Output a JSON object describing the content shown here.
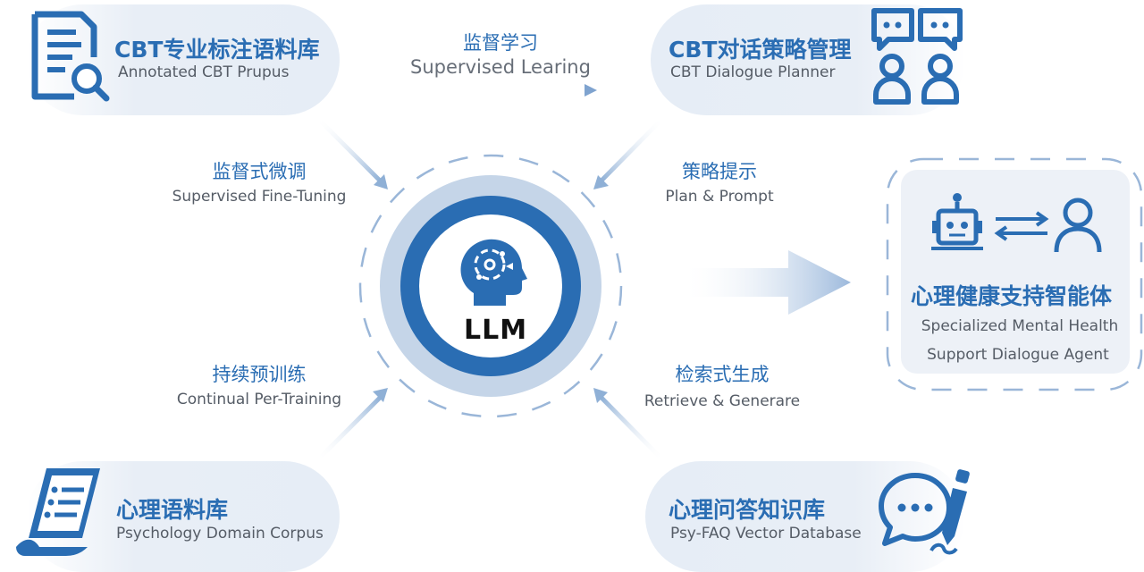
{
  "corpus_cbt": {
    "zh": "CBT专业标注语料库",
    "en": "Annotated CBT Prupus"
  },
  "planner": {
    "zh": "CBT对话策略管理",
    "en": "CBT Dialogue Planner"
  },
  "corpus_psych": {
    "zh": "心理语料库",
    "en": "Psychology Domain Corpus"
  },
  "faq_db": {
    "zh": "心理问答知识库",
    "en": "Psy-FAQ Vector Database"
  },
  "top_edge": {
    "zh": "监督学习",
    "en": "Supervised Learing"
  },
  "sft_edge": {
    "zh": "监督式微调",
    "en": "Supervised Fine-Tuning"
  },
  "plan_edge": {
    "zh": "策略提示",
    "en": "Plan & Prompt"
  },
  "cpt_edge": {
    "zh": "持续预训练",
    "en": "Continual Per-Training"
  },
  "rag_edge": {
    "zh": "检索式生成",
    "en": "Retrieve & Generare"
  },
  "center": {
    "label": "LLM"
  },
  "agent": {
    "zh": "心理健康支持智能体",
    "en_line1": "Specialized Mental Health",
    "en_line2": "Support Dialogue Agent"
  },
  "colors": {
    "primary": "#2a6db3",
    "ring_light": "#c5d5e8",
    "arrow": "#9fbad8"
  },
  "icons": {
    "corpus_cbt": "document-search-icon",
    "planner": "chat-users-icon",
    "corpus_psych": "document-scroll-icon",
    "faq_db": "chat-pencil-icon",
    "llm": "brain-head-icon",
    "agent_bot": "robot-icon",
    "agent_swap": "swap-arrows-icon",
    "agent_user": "user-icon"
  }
}
